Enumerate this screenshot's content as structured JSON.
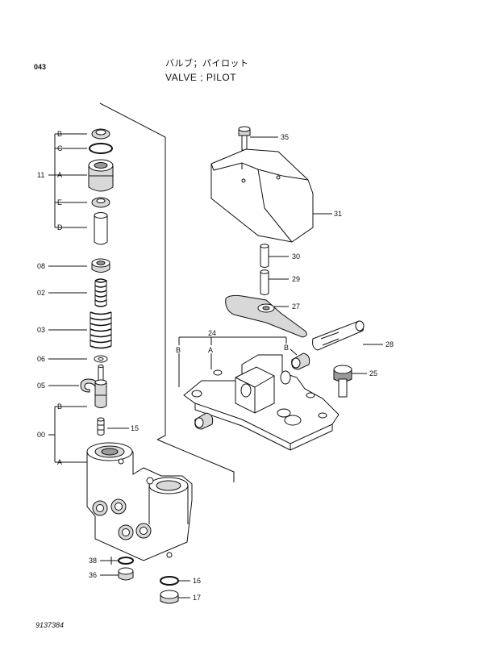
{
  "header": {
    "page_code": "043",
    "title_jp": "バルブ；パイロット",
    "title_en": "VALVE ; PILOT"
  },
  "footer": {
    "drawing_number": "9137384"
  },
  "labels": {
    "l11": "11",
    "l08": "08",
    "l02": "02",
    "l03": "03",
    "l06": "06",
    "l05": "05",
    "l00": "00",
    "lB1": "B",
    "lC": "C",
    "lA1": "A",
    "lE": "E",
    "lD": "D",
    "lB2": "B",
    "lA2": "A",
    "l15": "15",
    "l35": "35",
    "l31": "31",
    "l30": "30",
    "l29": "29",
    "l27": "27",
    "l24": "24",
    "lB3": "B",
    "lA3": "A",
    "lB4": "B",
    "l28": "28",
    "l25": "25",
    "l38": "38",
    "l36": "36",
    "l16": "16",
    "l17": "17"
  }
}
